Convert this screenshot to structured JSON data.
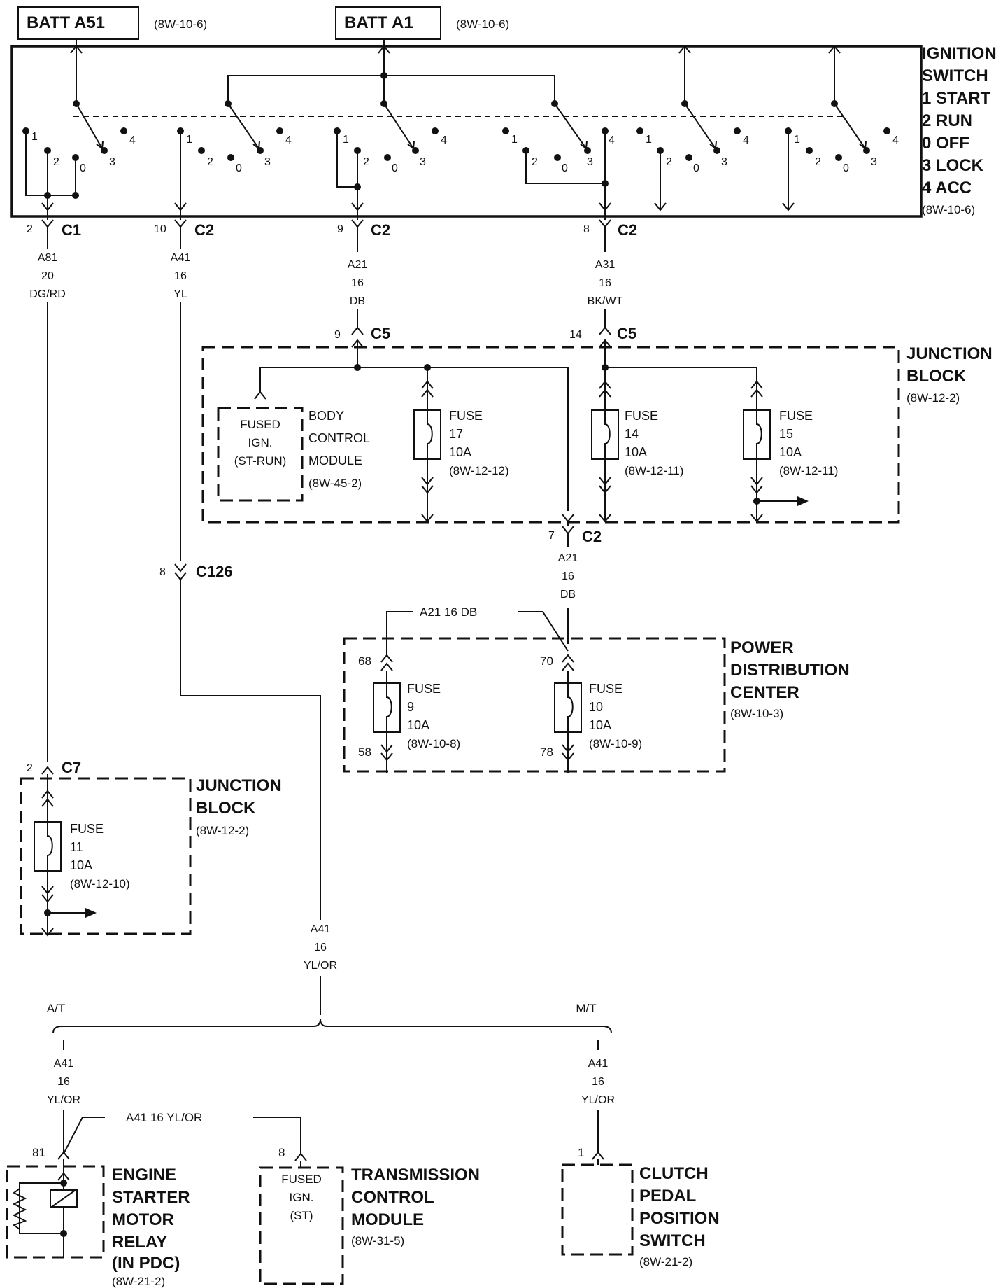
{
  "sources": [
    {
      "label": "BATT A51",
      "ref": "(8W-10-6)"
    },
    {
      "label": "BATT A1",
      "ref": "(8W-10-6)"
    }
  ],
  "ignition_switch": {
    "lines": [
      "IGNITION",
      "SWITCH",
      "1 START",
      "2 RUN",
      "0 OFF",
      "3 LOCK",
      "4 ACC"
    ],
    "ref": "(8W-10-6)",
    "pos": {
      "p1": "1",
      "p2": "2",
      "p0": "0",
      "p3": "3",
      "p4": "4"
    }
  },
  "connectors": {
    "c1": {
      "pin": "2",
      "name": "C1"
    },
    "c2a": {
      "pin": "10",
      "name": "C2"
    },
    "c2b": {
      "pin": "9",
      "name": "C2"
    },
    "c2c": {
      "pin": "8",
      "name": "C2"
    },
    "c5a": {
      "pin": "9",
      "name": "C5"
    },
    "c5b": {
      "pin": "14",
      "name": "C5"
    },
    "c2d": {
      "pin": "7",
      "name": "C2"
    },
    "c126": {
      "pin": "8",
      "name": "C126"
    },
    "c7": {
      "pin": "2",
      "name": "C7"
    }
  },
  "wires": {
    "a81": [
      "A81",
      "20",
      "DG/RD"
    ],
    "a41": [
      "A41",
      "16",
      "YL"
    ],
    "a21": [
      "A21",
      "16",
      "DB"
    ],
    "a31": [
      "A31",
      "16",
      "BK/WT"
    ],
    "a21b": [
      "A21",
      "16",
      "DB"
    ],
    "a21_label": "A21    16 DB",
    "a41_yo": [
      "A41",
      "16",
      "YL/OR"
    ],
    "a41_at": [
      "A41",
      "16",
      "YL/OR"
    ],
    "a41_mt": [
      "A41",
      "16",
      "YL/OR"
    ],
    "a41_label": "A41    16 YL/OR",
    "at": "A/T",
    "mt": "M/T"
  },
  "junction_block_top": {
    "title": [
      "JUNCTION",
      "BLOCK"
    ],
    "ref": "(8W-12-2)",
    "bcm": {
      "box": [
        "FUSED",
        "IGN.",
        "(ST-RUN)"
      ],
      "label": [
        "BODY",
        "CONTROL",
        "MODULE",
        "(8W-45-2)"
      ]
    },
    "fuses": [
      [
        "FUSE",
        "17",
        "10A",
        "(8W-12-12)"
      ],
      [
        "FUSE",
        "14",
        "10A",
        "(8W-12-11)"
      ],
      [
        "FUSE",
        "15",
        "10A",
        "(8W-12-11)"
      ]
    ]
  },
  "pdc": {
    "title": [
      "POWER",
      "DISTRIBUTION",
      "CENTER"
    ],
    "ref": "(8W-10-3)",
    "fuse9": [
      "FUSE",
      "9",
      "10A",
      "(8W-10-8)"
    ],
    "fuse10": [
      "FUSE",
      "10",
      "10A",
      "(8W-10-9)"
    ],
    "cavities": {
      "c68": "68",
      "c70": "70",
      "c58": "58",
      "c78": "78"
    }
  },
  "junction_block_left": {
    "title": [
      "JUNCTION",
      "BLOCK"
    ],
    "ref": "(8W-12-2)",
    "fuse11": [
      "FUSE",
      "11",
      "10A",
      "(8W-12-10)"
    ]
  },
  "starter_relay": {
    "pin": "81",
    "title": [
      "ENGINE",
      "STARTER",
      "MOTOR",
      "RELAY",
      "(IN PDC)"
    ],
    "ref": "(8W-21-2)"
  },
  "tcm": {
    "pin": "8",
    "box": [
      "FUSED",
      "IGN.",
      "(ST)"
    ],
    "title": [
      "TRANSMISSION",
      "CONTROL",
      "MODULE"
    ],
    "ref": "(8W-31-5)"
  },
  "clutch": {
    "pin": "1",
    "title": [
      "CLUTCH",
      "PEDAL",
      "POSITION",
      "SWITCH"
    ],
    "ref": "(8W-21-2)"
  }
}
